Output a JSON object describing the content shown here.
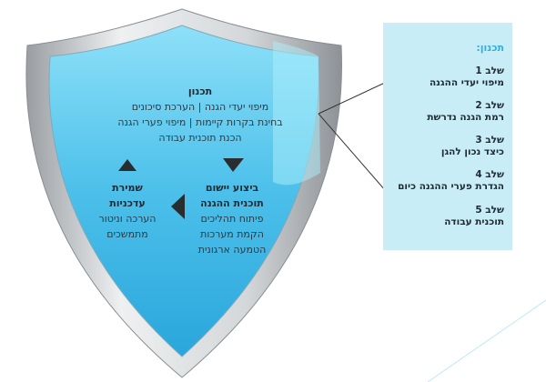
{
  "shield": {
    "planning": {
      "title": "תכנון",
      "lines": [
        "מיפוי יעדי הגנה | הערכת סיכונים",
        "בחינת בקרות קיימות | מיפוי פערי הגנה",
        "הכנת תוכנית עבודה"
      ]
    },
    "execution": {
      "title": [
        "ביצוע יישום",
        "תוכנית ההגנה"
      ],
      "lines": [
        "פיתוח תהליכים",
        "הקמת מערכות",
        "הטמעה ארגונית"
      ]
    },
    "maintenance": {
      "title": [
        "שמירת",
        "עדכניות"
      ],
      "lines": [
        "הערכה וניטור",
        "מתמשכים"
      ]
    }
  },
  "panel": {
    "title": "תכנון:",
    "steps": [
      {
        "label": "שלב 1",
        "text": "מיפוי יעדי ההגנה"
      },
      {
        "label": "שלב 2",
        "text": "רמת הגנה נדרשת"
      },
      {
        "label": "שלב 3",
        "text": "כיצד נכון להגן"
      },
      {
        "label": "שלב 4",
        "text": "הגדרת פערי ההגנה כיום"
      },
      {
        "label": "שלב 5",
        "text": "תוכנית עבודה"
      }
    ]
  },
  "colors": {
    "shield_blue": "#4fc3ea",
    "panel": "#c9edf6",
    "silver": "#b8bcbf"
  }
}
